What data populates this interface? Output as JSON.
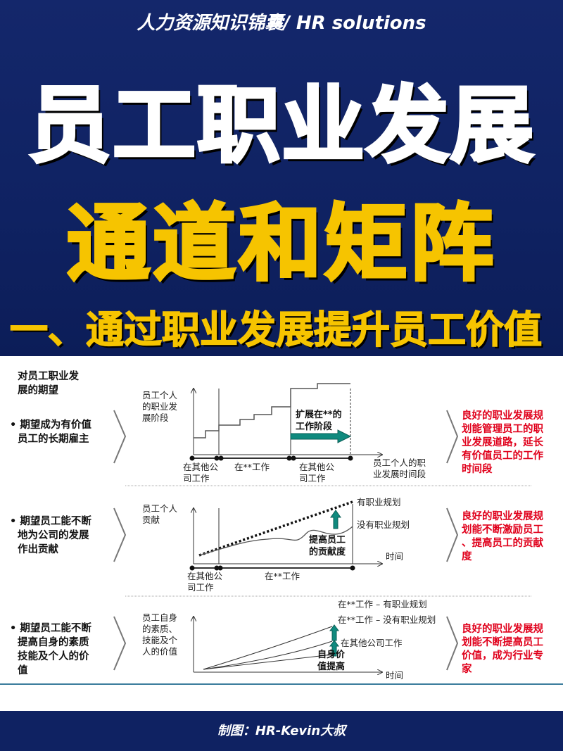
{
  "header": {
    "subtitle": "人力资源知识锦囊/ HR solutions",
    "title_line1": "员工职业发展",
    "title_line2": "通道和矩阵",
    "section_title": "一、通过职业发展提升员工价值"
  },
  "colors": {
    "navy": "#0f2262",
    "yellow": "#f6c400",
    "red": "#e0001b",
    "teal": "#0f8a7e"
  },
  "left_heading": [
    "对员工职业发",
    "展的期望"
  ],
  "rows": [
    {
      "expectation": [
        "• 期望成为有价值",
        "员工的长期雇主"
      ],
      "diagram": {
        "y_label": [
          "员工个人",
          "的职业发",
          "展阶段"
        ],
        "x_label": [
          "员工个人的职",
          "业发展时间段"
        ],
        "arrow_label": [
          "扩展在**的",
          "工作阶段"
        ],
        "segments": [
          [
            "在其他公",
            "司工作"
          ],
          [
            "在**工作"
          ],
          [
            "在其他公",
            "司工作"
          ]
        ]
      },
      "conclusion": [
        "良好的职业发展规",
        "划能管理员工的职",
        "业发展道路，延长",
        "有价值员工的工作",
        "时间段"
      ]
    },
    {
      "expectation": [
        "• 期望员工能不断",
        "地为公司的发展",
        "作出贡献"
      ],
      "diagram": {
        "y_label": [
          "员工个人",
          "贡献"
        ],
        "x_label": "时间",
        "series_with": "有职业规划",
        "series_without": "没有职业规划",
        "arrow_label": [
          "提高员工",
          "的贡献度"
        ],
        "segments": [
          [
            "在其他公",
            "司工作"
          ],
          [
            "在**工作"
          ]
        ]
      },
      "conclusion": [
        "良好的职业发展规",
        "划能不断激励员工",
        "、提高员工的贡献",
        "度"
      ]
    },
    {
      "expectation": [
        "• 期望员工能不断",
        "提高自身的素质",
        "技能及个人的价",
        "值"
      ],
      "diagram": {
        "y_label": [
          "员工自身",
          "的素质、",
          "技能及个",
          "人的价值"
        ],
        "x_label": "时间",
        "series": [
          "在**工作 – 有职业规划",
          "在**工作 – 没有职业规划",
          "在其他公司工作"
        ],
        "arrow_label": [
          "自身价",
          "值提高"
        ]
      },
      "conclusion": [
        "良好的职业发展规",
        "划能不断提高员工",
        "价值，成为行业专",
        "家"
      ]
    }
  ],
  "footer": {
    "credit": "制图：HR-Kevin大叔"
  }
}
